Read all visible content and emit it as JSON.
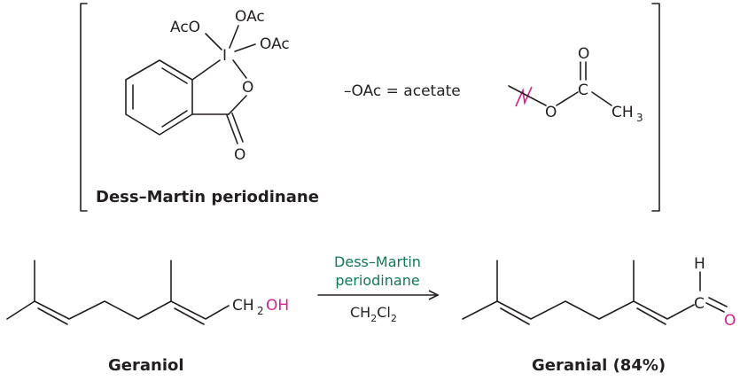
{
  "colors": {
    "ink": "#231f20",
    "magenta": "#d6218c",
    "reagent_green": "#0e7a54"
  },
  "reagent": {
    "name": "Dess–Martin periodinane",
    "atoms": {
      "aco": "AcO",
      "oac_top": "OAc",
      "oac_right": "OAc",
      "iodine": "I",
      "ring_o": "O",
      "carbonyl_o": "O"
    }
  },
  "acetate": {
    "definition_text": "–OAc = acetate",
    "o_top": "O",
    "carbon": "C",
    "o_link": "O",
    "methyl": "CH",
    "methyl_sub": "3"
  },
  "reaction": {
    "reagent_line1": "Dess–Martin",
    "reagent_line2": "periodinane",
    "solvent_main": "CH",
    "solvent_sub1": "2",
    "solvent_cl": "Cl",
    "solvent_sub2": "2"
  },
  "starting_material": {
    "name": "Geraniol",
    "ch2": "CH",
    "ch2_sub": "2",
    "oh": "OH"
  },
  "product": {
    "name": "Geranial (84%)",
    "h": "H",
    "c": "C",
    "o": "O"
  }
}
